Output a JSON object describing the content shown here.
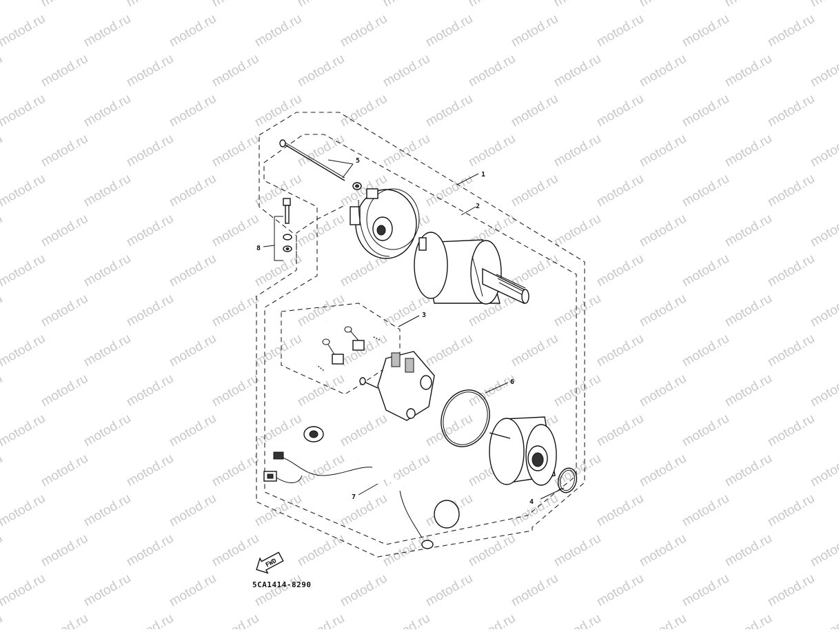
{
  "watermark": {
    "text": "motod.ru",
    "color": "#c8c8c8"
  },
  "diagram_code": "5CA1414-8290",
  "fwd_label": "FWD",
  "callouts": [
    {
      "id": "c1",
      "label": "1"
    },
    {
      "id": "c2",
      "label": "2"
    },
    {
      "id": "c3",
      "label": "3"
    },
    {
      "id": "c4",
      "label": "4"
    },
    {
      "id": "c5",
      "label": "5"
    },
    {
      "id": "c6",
      "label": "6"
    },
    {
      "id": "c7",
      "label": "7"
    },
    {
      "id": "c8",
      "label": "8"
    }
  ]
}
